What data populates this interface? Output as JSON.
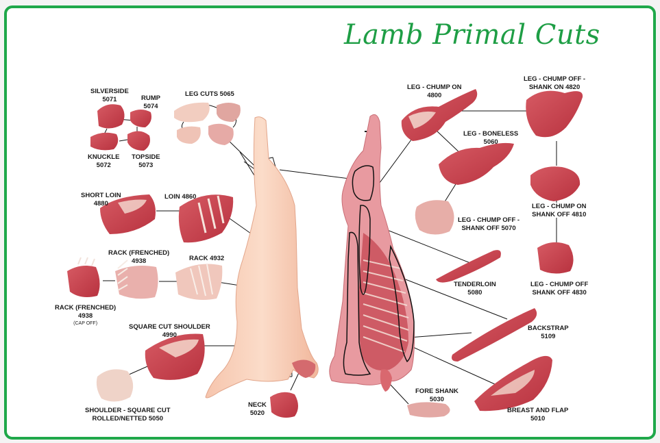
{
  "title": "Lamb Primal Cuts",
  "colors": {
    "frame": "#1fa84a",
    "title": "#1e9e45",
    "meat": "#c94a55",
    "fat": "#f3d9cf",
    "line": "#111111"
  },
  "labels": {
    "silverside": {
      "name": "SILVERSIDE",
      "code": "5071"
    },
    "rump": {
      "name": "RUMP",
      "code": "5074"
    },
    "knuckle": {
      "name": "KNUCKLE",
      "code": "5072"
    },
    "topside": {
      "name": "TOPSIDE",
      "code": "5073"
    },
    "leg_cuts": {
      "name": "LEG CUTS 5065"
    },
    "short_loin": {
      "name": "SHORT LOIN",
      "code": "4880"
    },
    "loin": {
      "name": "LOIN 4860"
    },
    "rack_frenched": {
      "name": "RACK (FRENCHED)",
      "code": "4938"
    },
    "rack": {
      "name": "RACK 4932"
    },
    "rack_frenched_cap_off": {
      "name": "RACK (FRENCHED)",
      "code": "4938",
      "note": "(CAP OFF)"
    },
    "square_cut_shoulder": {
      "name": "SQUARE CUT SHOULDER",
      "code": "4990"
    },
    "shoulder_rolled": {
      "name": "SHOULDER - SQUARE CUT",
      "code": "ROLLED/NETTED 5050"
    },
    "neck": {
      "name": "NECK",
      "code": "5020"
    },
    "leg_chump_on": {
      "name": "LEG - CHUMP ON",
      "code": "4800"
    },
    "leg_chump_off_shank_on": {
      "name": "LEG - CHUMP OFF -",
      "code": "SHANK ON 4820"
    },
    "leg_boneless": {
      "name": "LEG - BONELESS",
      "code": "5060"
    },
    "leg_chump_on_shank_off": {
      "name": "LEG - CHUMP ON",
      "code": "SHANK OFF 4810"
    },
    "leg_chump_off_shank_off_5070": {
      "name": "LEG - CHUMP OFF -",
      "code": "SHANK OFF 5070"
    },
    "tenderloin": {
      "name": "TENDERLOIN",
      "code": "5080"
    },
    "leg_chump_off_shank_off_4830": {
      "name": "LEG - CHUMP OFF",
      "code": "SHANK OFF 4830"
    },
    "backstrap": {
      "name": "BACKSTRAP",
      "code": "5109"
    },
    "fore_shank": {
      "name": "FORE SHANK",
      "code": "5030"
    },
    "breast_and_flap": {
      "name": "BREAST AND FLAP",
      "code": "5010"
    }
  }
}
